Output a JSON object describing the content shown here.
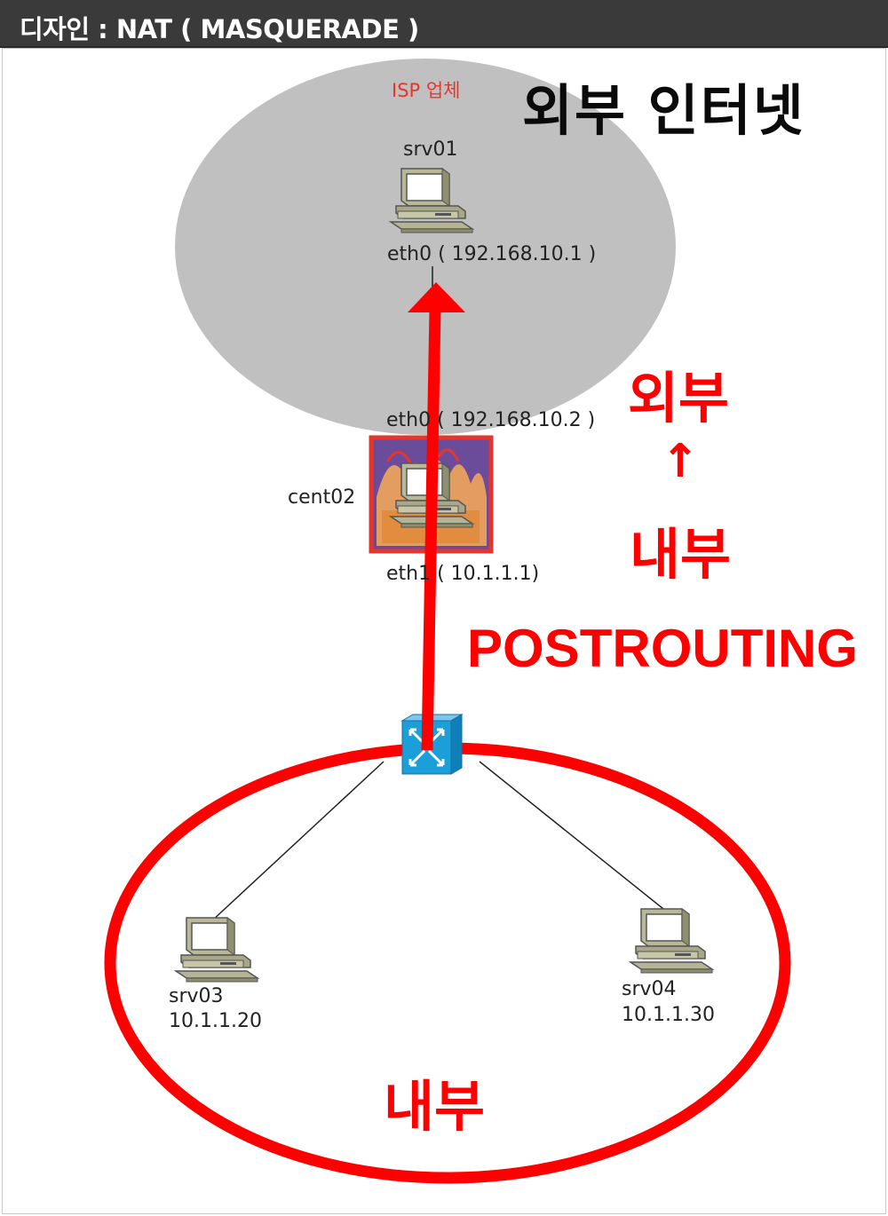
{
  "window": {
    "title": "디자인 : NAT ( MASQUERADE )"
  },
  "isp": {
    "label": "ISP 업체"
  },
  "external_title": "외부 인터넷",
  "srv01": {
    "name": "srv01",
    "interface": "eth0 ( 192.168.10.1 )"
  },
  "cent02": {
    "name": "cent02",
    "eth0": "eth0 ( 192.168.10.2 )",
    "eth1": "eth1 ( 10.1.1.1)"
  },
  "direction": {
    "top": "외부",
    "arrow": "↑",
    "bottom": "내부"
  },
  "chain": "POSTROUTING",
  "srv03": {
    "name": "srv03",
    "ip": "10.1.1.20"
  },
  "srv04": {
    "name": "srv04",
    "ip": "10.1.1.30"
  },
  "internal_label": "내부",
  "colors": {
    "highlight": "#ff0000",
    "internet_cloud": "#c0c0c0",
    "switch": "#1a9fd9",
    "firewall_border": "#e8352b"
  }
}
